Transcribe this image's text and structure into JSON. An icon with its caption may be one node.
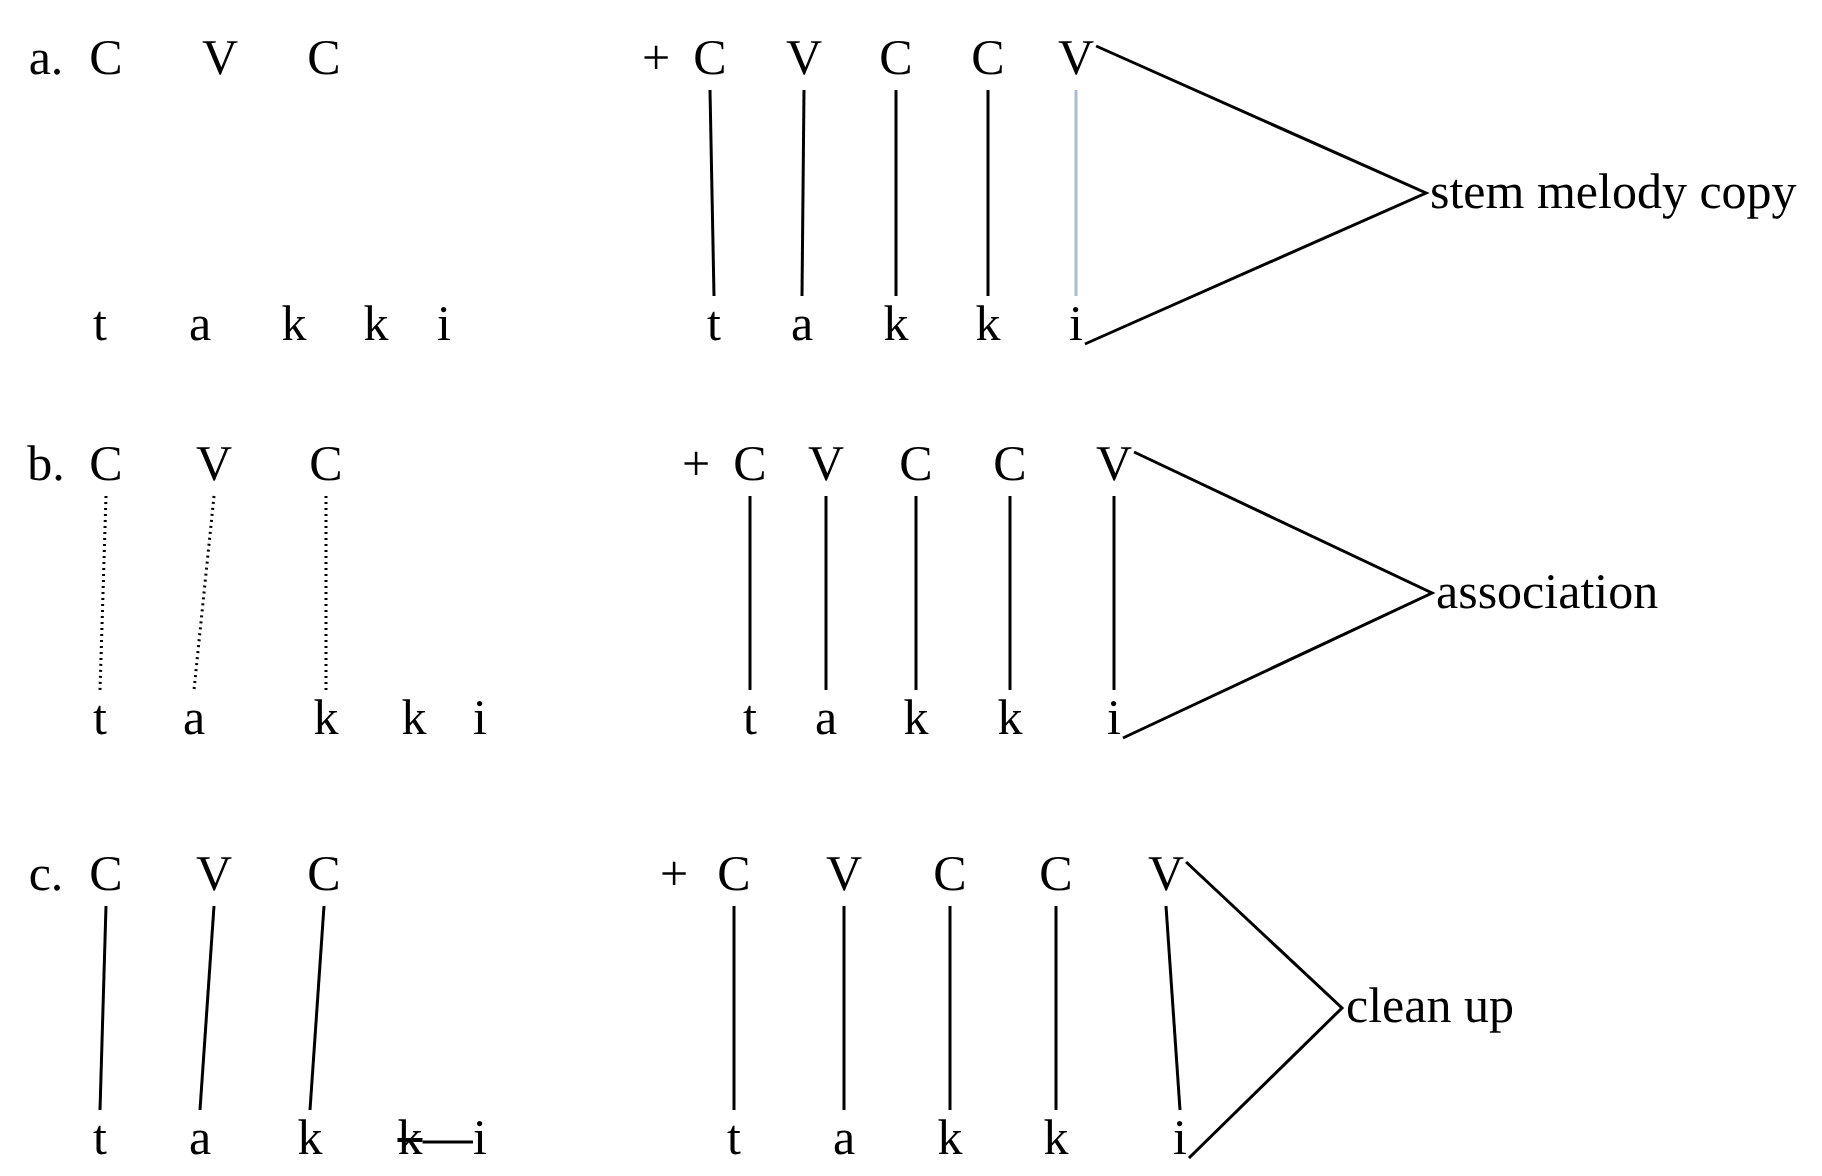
{
  "diagram": {
    "nodes": [
      {
        "text": [
          "C"
        ]
      },
      {
        "text": [
          "V"
        ]
      },
      {
        "text": [
          "C"
        ]
      },
      {
        "text": [
          "C"
        ]
      },
      {
        "text": [
          "V"
        ]
      },
      {
        "text": [
          "t"
        ]
      },
      {
        "text": [
          "a"
        ]
      },
      {
        "text": [
          "k"
        ]
      },
      {
        "text": [
          "k"
        ]
      },
      {
        "text": [
          "i"
        ]
      },
      {
        "text": [
          "C"
        ]
      },
      {
        "text": [
          "V"
        ]
      },
      {
        "text": [
          "C"
        ]
      },
      {
        "text": [
          "t"
        ]
      },
      {
        "text": [
          "a"
        ]
      },
      {
        "text": [
          "k"
        ]
      },
      {
        "text": [
          "C"
        ]
      },
      {
        "text": [
          "V"
        ]
      },
      {
        "text": [
          "C"
        ]
      },
      {
        "text": [
          "C"
        ]
      },
      {
        "text": [
          "V"
        ]
      },
      {
        "text": [
          "t"
        ]
      },
      {
        "text": [
          "a"
        ]
      },
      {
        "text": [
          "k"
        ]
      },
      {
        "text": [
          "k"
        ]
      },
      {
        "text": [
          "i"
        ]
      },
      {
        "text": [
          "C"
        ]
      },
      {
        "text": [
          "V"
        ]
      },
      {
        "text": [
          "C"
        ]
      },
      {
        "text": [
          "t"
        ]
      },
      {
        "text": [
          "a"
        ]
      },
      {
        "text": [
          "k"
        ]
      },
      {
        "text": [
          "k"
        ]
      },
      {
        "text": [
          "i"
        ]
      },
      {
        "text": [
          "C"
        ]
      },
      {
        "text": [
          "V"
        ]
      },
      {
        "text": [
          "C"
        ]
      },
      {
        "text": [
          "C"
        ]
      },
      {
        "text": [
          "V"
        ]
      },
      {
        "text": [
          "t"
        ]
      },
      {
        "text": [
          "a"
        ]
      },
      {
        "text": [
          "k"
        ]
      },
      {
        "text": [
          "k"
        ]
      },
      {
        "text": [
          "i"
        ]
      }
    ],
    "edges": [
      {
        "from": 0,
        "to": 5,
        "arrow": "none"
      },
      {
        "from": 1,
        "to": 6,
        "arrow": "none"
      },
      {
        "from": 2,
        "to": 7,
        "arrow": "none"
      },
      {
        "from": 3,
        "to": 8,
        "arrow": "none"
      },
      {
        "from": 4,
        "to": 9,
        "arrow": "none",
        "color": "#a9bcd6"
      },
      {
        "from": 10,
        "to": 13,
        "arrow": "none",
        "style": "dashed"
      },
      {
        "from": 11,
        "to": 14,
        "arrow": "none",
        "style": "dashed"
      },
      {
        "from": 12,
        "to": 15,
        "arrow": "none",
        "style": "dashed"
      },
      {
        "from": 16,
        "to": 21,
        "arrow": "none"
      },
      {
        "from": 17,
        "to": 22,
        "arrow": "none"
      },
      {
        "from": 18,
        "to": 23,
        "arrow": "none"
      },
      {
        "from": 19,
        "to": 24,
        "arrow": "none"
      },
      {
        "from": 20,
        "to": 25,
        "arrow": "none"
      },
      {
        "from": 26,
        "to": 29,
        "arrow": "none"
      },
      {
        "from": 27,
        "to": 30,
        "arrow": "none"
      },
      {
        "from": 28,
        "to": 31,
        "arrow": "none"
      },
      {
        "from": 32,
        "to": 33,
        "arrow": "none"
      },
      {
        "from": 34,
        "to": 39,
        "arrow": "none"
      },
      {
        "from": 35,
        "to": 40,
        "arrow": "none"
      },
      {
        "from": 36,
        "to": 41,
        "arrow": "none"
      },
      {
        "from": 37,
        "to": 42,
        "arrow": "none"
      },
      {
        "from": 38,
        "to": 43,
        "arrow": "none"
      }
    ],
    "labels": [
      "a.",
      "C",
      "V",
      "C",
      "+",
      "t",
      "a",
      "k",
      "k",
      "i",
      "stem melody copy",
      "b.",
      "+",
      "k",
      "i",
      "association",
      "c.",
      "+",
      "clean up"
    ]
  }
}
